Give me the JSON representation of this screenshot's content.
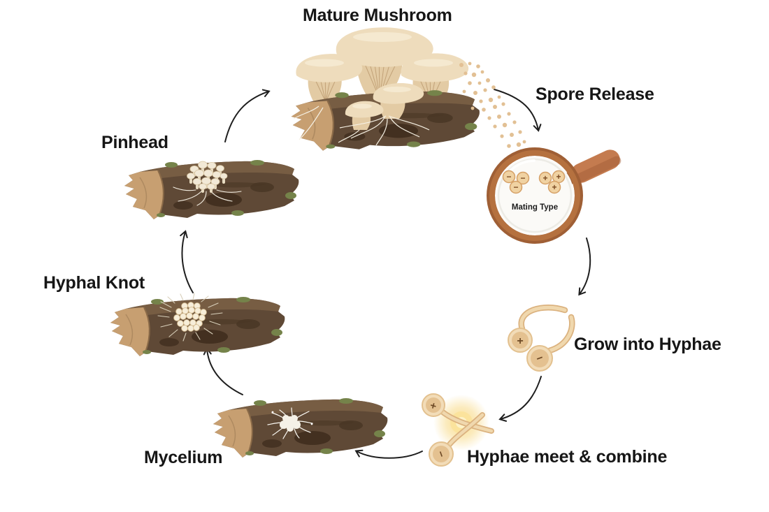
{
  "diagram": {
    "type": "life-cycle",
    "subject": "mushroom",
    "stages": {
      "mature_mushroom": {
        "label": "Mature Mushroom"
      },
      "spore_release": {
        "label": "Spore Release"
      },
      "mating_type": {
        "label": "Mating Type"
      },
      "grow_into_hyphae": {
        "label": "Grow into Hyphae"
      },
      "hyphae_meet": {
        "label": "Hyphae meet & combine"
      },
      "mycelium": {
        "label": "Mycelium"
      },
      "hyphal_knot": {
        "label": "Hyphal Knot"
      },
      "pinhead": {
        "label": "Pinhead"
      }
    },
    "sequence": [
      "Mature Mushroom",
      "Spore Release",
      "Grow into Hyphae",
      "Hyphae meet & combine",
      "Mycelium",
      "Hyphal Knot",
      "Pinhead"
    ],
    "mating_symbols": {
      "plus": "+",
      "minus": "−"
    },
    "colors": {
      "label_text": "#161616",
      "arrow": "#1e1e1e",
      "log_body": "#5f4936",
      "log_dark": "#3c2b1b",
      "log_bark": "#c79f71",
      "moss": "#75834a",
      "mushroom_cap": "#eedcbc",
      "mushroom_gills": "#e3cba4",
      "spore_dot": "#e2c094",
      "magnifier_rim": "#b5713f",
      "magnifier_handle": "#c47b4f",
      "spore_fill": "#f0d2a2",
      "spore_stroke": "#d5a066",
      "hypha": "#f0d8ae",
      "glow": "#f7d77e"
    }
  }
}
